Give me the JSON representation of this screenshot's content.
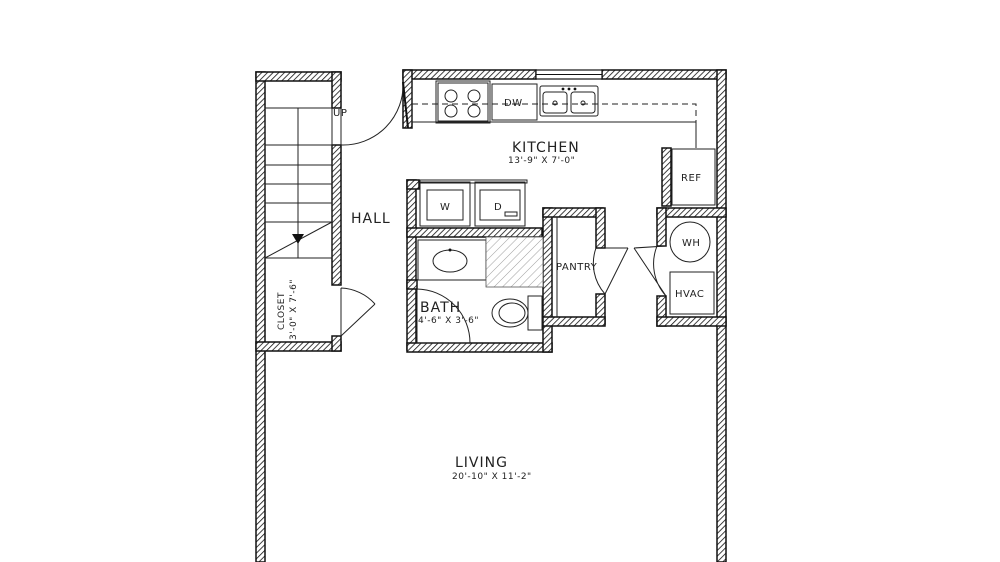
{
  "rooms": {
    "kitchen": {
      "name": "KITCHEN",
      "size": "13'-9\" X 7'-0\""
    },
    "hall": {
      "name": "HALL"
    },
    "bath": {
      "name": "BATH",
      "size": "4'-6\" X 3'-6\""
    },
    "living": {
      "name": "LIVING",
      "size": "20'-10\" X 11'-2\""
    },
    "pantry": {
      "name": "PANTRY"
    },
    "closet": {
      "name": "CLOSET",
      "size": "3'-0\" X 7'-6\""
    }
  },
  "fixtures": {
    "dishwasher": "DW",
    "refrigerator": "REF",
    "washer": "W",
    "dryer": "D",
    "water_heater": "WH",
    "hvac": "HVAC",
    "stairs": "UP"
  }
}
